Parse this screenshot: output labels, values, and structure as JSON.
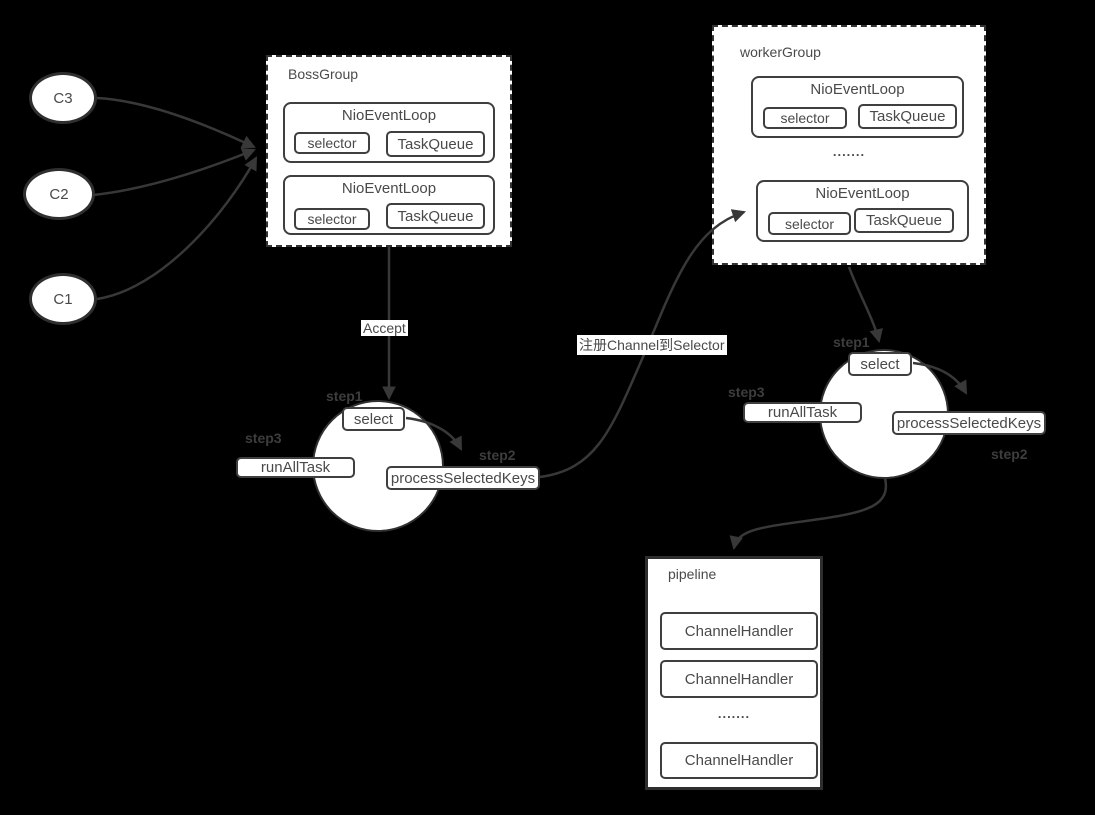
{
  "clients": [
    {
      "label": "C3"
    },
    {
      "label": "C2"
    },
    {
      "label": "C1"
    }
  ],
  "boss_group": {
    "title": "BossGroup",
    "event_loops": [
      {
        "title": "NioEventLoop",
        "selector": "selector",
        "task_queue": "TaskQueue"
      },
      {
        "title": "NioEventLoop",
        "selector": "selector",
        "task_queue": "TaskQueue"
      }
    ]
  },
  "worker_group": {
    "title": "workerGroup",
    "ellipsis": ".......",
    "event_loops": [
      {
        "title": "NioEventLoop",
        "selector": "selector",
        "task_queue": "TaskQueue"
      },
      {
        "title": "NioEventLoop",
        "selector": "selector",
        "task_queue": "TaskQueue"
      }
    ]
  },
  "boss_cycle": {
    "step1": "step1",
    "step2": "step2",
    "step3": "step3",
    "select": "select",
    "process_selected_keys": "processSelectedKeys",
    "run_all_task": "runAllTask"
  },
  "worker_cycle": {
    "step1": "step1",
    "step2": "step2",
    "step3": "step3",
    "select": "select",
    "process_selected_keys": "processSelectedKeys",
    "run_all_task": "runAllTask"
  },
  "edge_labels": {
    "accept": "Accept",
    "register_channel": "注册Channel到Selector"
  },
  "pipeline": {
    "title": "pipeline",
    "ellipsis": ".......",
    "handlers": [
      {
        "label": "ChannelHandler"
      },
      {
        "label": "ChannelHandler"
      },
      {
        "label": "ChannelHandler"
      }
    ]
  },
  "colors": {
    "background": "#000000",
    "line": "#383838",
    "box_fill": "#ffffff",
    "box_border": "#3f3f3f",
    "text": "#4a4a4a"
  }
}
